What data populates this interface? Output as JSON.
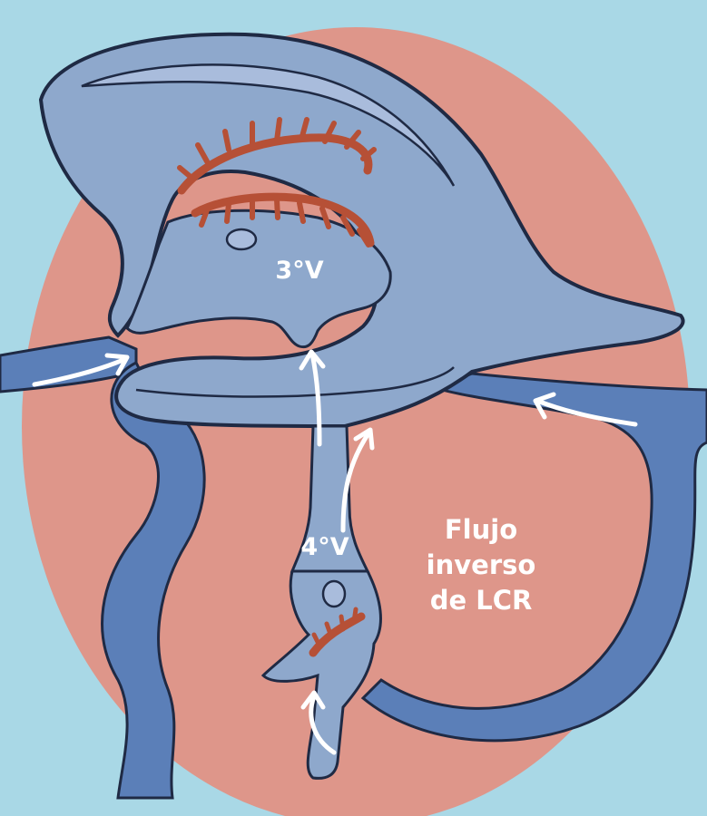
{
  "labels": {
    "third_ventricle": "3°V",
    "fourth_ventricle": "4°V",
    "flow_caption": "Flujo inverso de LCR"
  },
  "colors": {
    "background": "#a9d8e6",
    "brain_oval": "#de968a",
    "ventricle_fill": "#8ea8cc",
    "ventricle_highlight": "#a9bcdc",
    "vein_fill": "#5b7fb8",
    "outline": "#1f2a44",
    "choroid_plexus": "#b65036",
    "arrows": "#ffffff"
  },
  "icons": [
    "flow-arrow-icon"
  ]
}
